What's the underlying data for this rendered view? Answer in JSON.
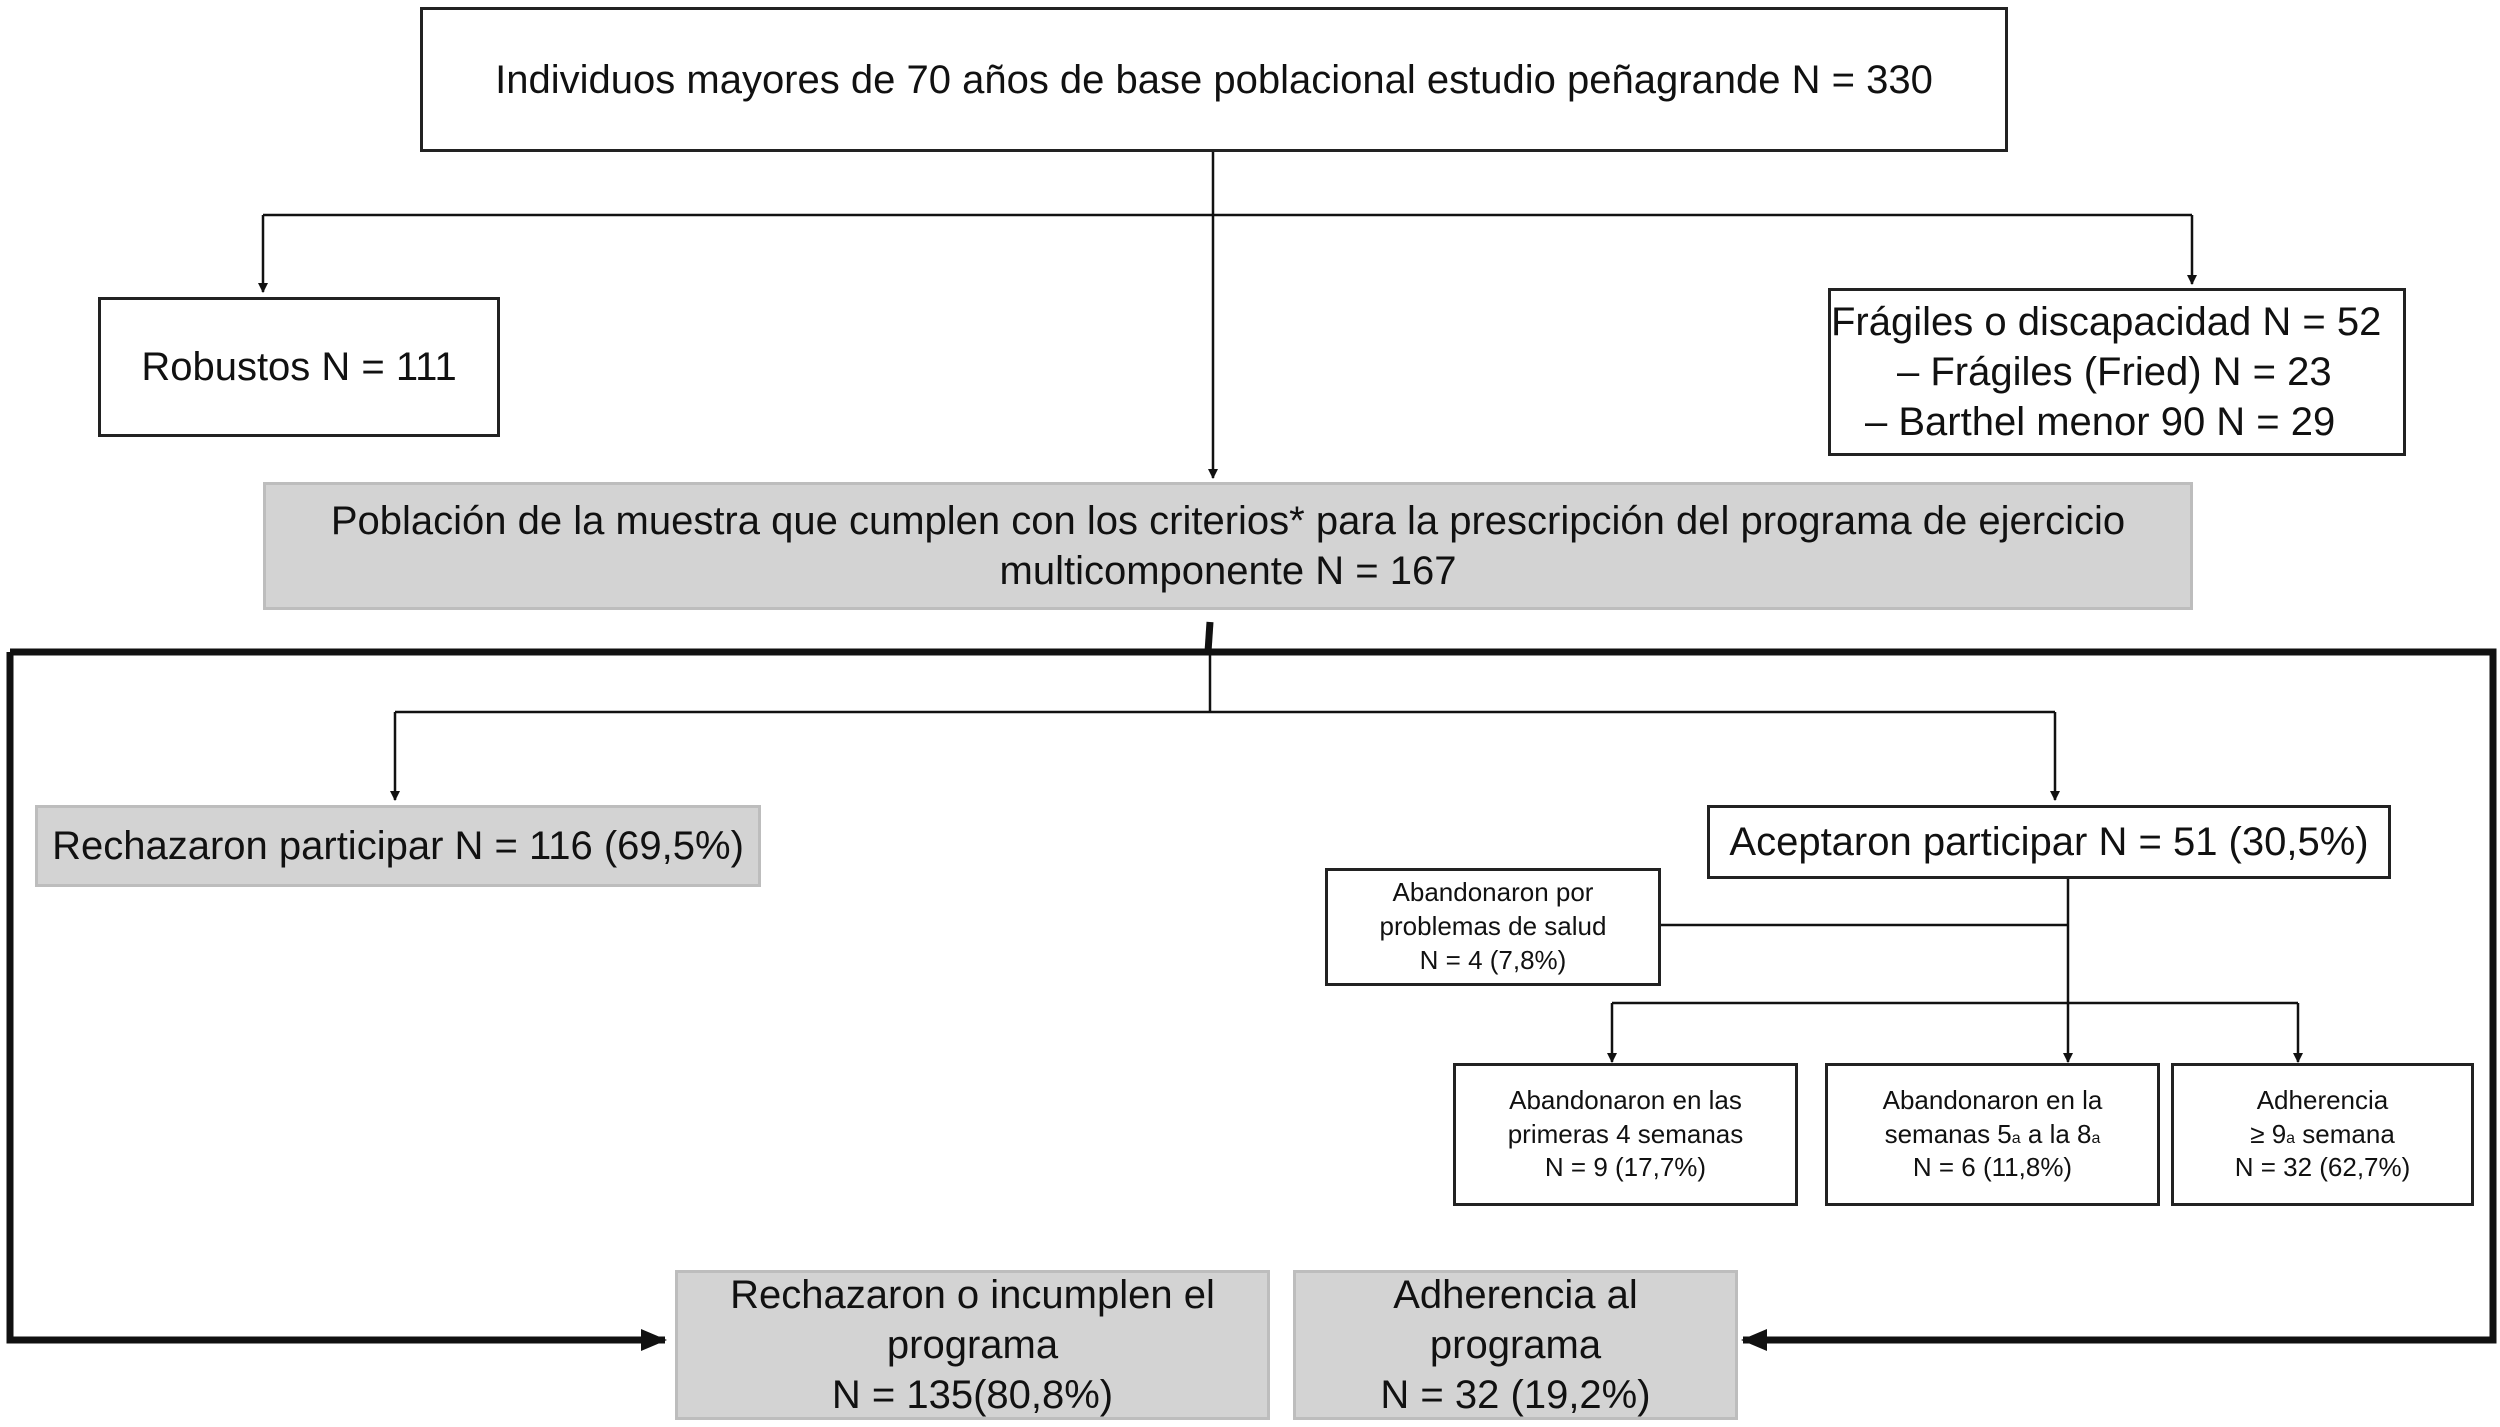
{
  "nodes": {
    "total": {
      "text": "Individuos mayores de 70 años de base poblacional estudio peñagrande N = 330"
    },
    "robustos": {
      "text": "Robustos N = 111"
    },
    "fragiles": {
      "line1": "Frágiles o discapacidad N = 52",
      "line2": "– Frágiles (Fried) N = 23",
      "line3": "– Barthel menor 90 N = 29"
    },
    "poblacion": {
      "line1": "Población de la muestra que cumplen con los criterios* para la prescripción del programa de ejercicio",
      "line2": "multicomponente N = 167"
    },
    "rechazaron": {
      "text": "Rechazaron participar N = 116 (69,5%)"
    },
    "aceptaron": {
      "text": "Aceptaron participar N = 51 (30,5%)"
    },
    "salud": {
      "line1": "Abandonaron por",
      "line2": "problemas de salud",
      "line3": "N = 4 (7,8%)"
    },
    "primeras": {
      "line1": "Abandonaron en las",
      "line2": "primeras 4 semanas",
      "line3": "N = 9 (17,7%)"
    },
    "semanas": {
      "line1": "Abandonaron en la",
      "line2_pre": "semanas 5",
      "line2_sup1": "a",
      "line2_mid": " a la 8",
      "line2_sup2": "a",
      "line3": "N = 6 (11,8%)"
    },
    "adherencia_sem": {
      "line1": "Adherencia",
      "line2_pre": "≥ 9",
      "line2_sup": "a",
      "line2_post": " semana",
      "line3": "N = 32 (62,7%)"
    },
    "incumplen": {
      "line1": "Rechazaron o incumplen el",
      "line2": "programa",
      "line3": "N = 135(80,8%)"
    },
    "adherencia_prog": {
      "line1": "Adherencia al",
      "line2": "programa",
      "line3": "N = 32 (19,2%)"
    }
  },
  "colors": {
    "line": "#111111",
    "gray_box": "#d3d3d3",
    "white_box": "#ffffff"
  }
}
